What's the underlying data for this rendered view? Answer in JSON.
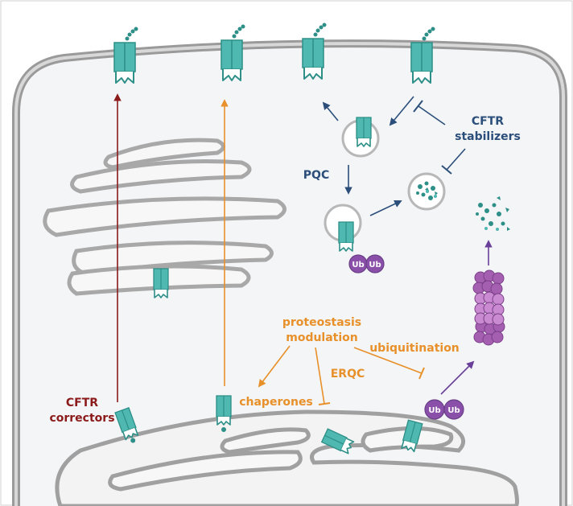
{
  "labels": {
    "cftr_correctors": [
      "CFTR",
      "correctors"
    ],
    "cftr_stabilizers": [
      "CFTR",
      "stabilizers"
    ],
    "pqc": "PQC",
    "proteostasis_modulation": [
      "proteostasis",
      "modulation"
    ],
    "ubiquitination": "ubiquitination",
    "erqc": "ERQC",
    "chaperones": "chaperones"
  },
  "ub_tags": [
    "Ub",
    "Ub"
  ],
  "colors": {
    "membrane": "#9a9a9a",
    "cytoplasm": "#f3f5f7",
    "cftr": "#4fb8b0",
    "cftr_dark": "#2d8f87",
    "corrector_red": "#8b1a1a",
    "proteostasis_orange": "#e8902a",
    "stabilizer_navy": "#2b4e7a",
    "ubiquitin_purple": "#8a4fa8",
    "proteasome_purple": "#a45fb0"
  }
}
